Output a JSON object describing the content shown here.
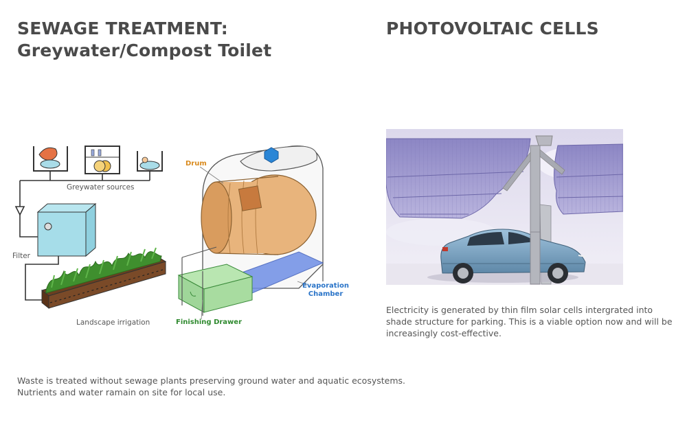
{
  "left": {
    "title_line1": "SEWAGE TREATMENT:",
    "title_line2": "Greywater/Compost Toilet",
    "caption_line1": "Waste is treated without sewage plants preserving ground water and aquatic ecosystems.",
    "caption_line2": "Nutrients and water ramain on site for local use."
  },
  "greywater_diagram": {
    "sources_label": "Greywater sources",
    "filter_label": "Filter",
    "irrigation_label": "Landscape irrigation"
  },
  "toilet_diagram": {
    "drum_label": "Drum",
    "evaporation_line1": "Evaporation",
    "evaporation_line2": "Chamber",
    "drawer_label": "Finishing Drawer"
  },
  "right": {
    "title": "PHOTOVOLTAIC CELLS",
    "caption_line1": "Electricity is generated by thin film solar cells intergrated into",
    "caption_line2": "shade structure for parking.  This is a viable option now and will be",
    "caption_line3": "increasingly cost-effective."
  },
  "colors": {
    "title": "#4a4a4a",
    "drum_label": "#d98a1e",
    "evaporation_label": "#2a74c8",
    "drawer_label": "#2f8a2f"
  }
}
